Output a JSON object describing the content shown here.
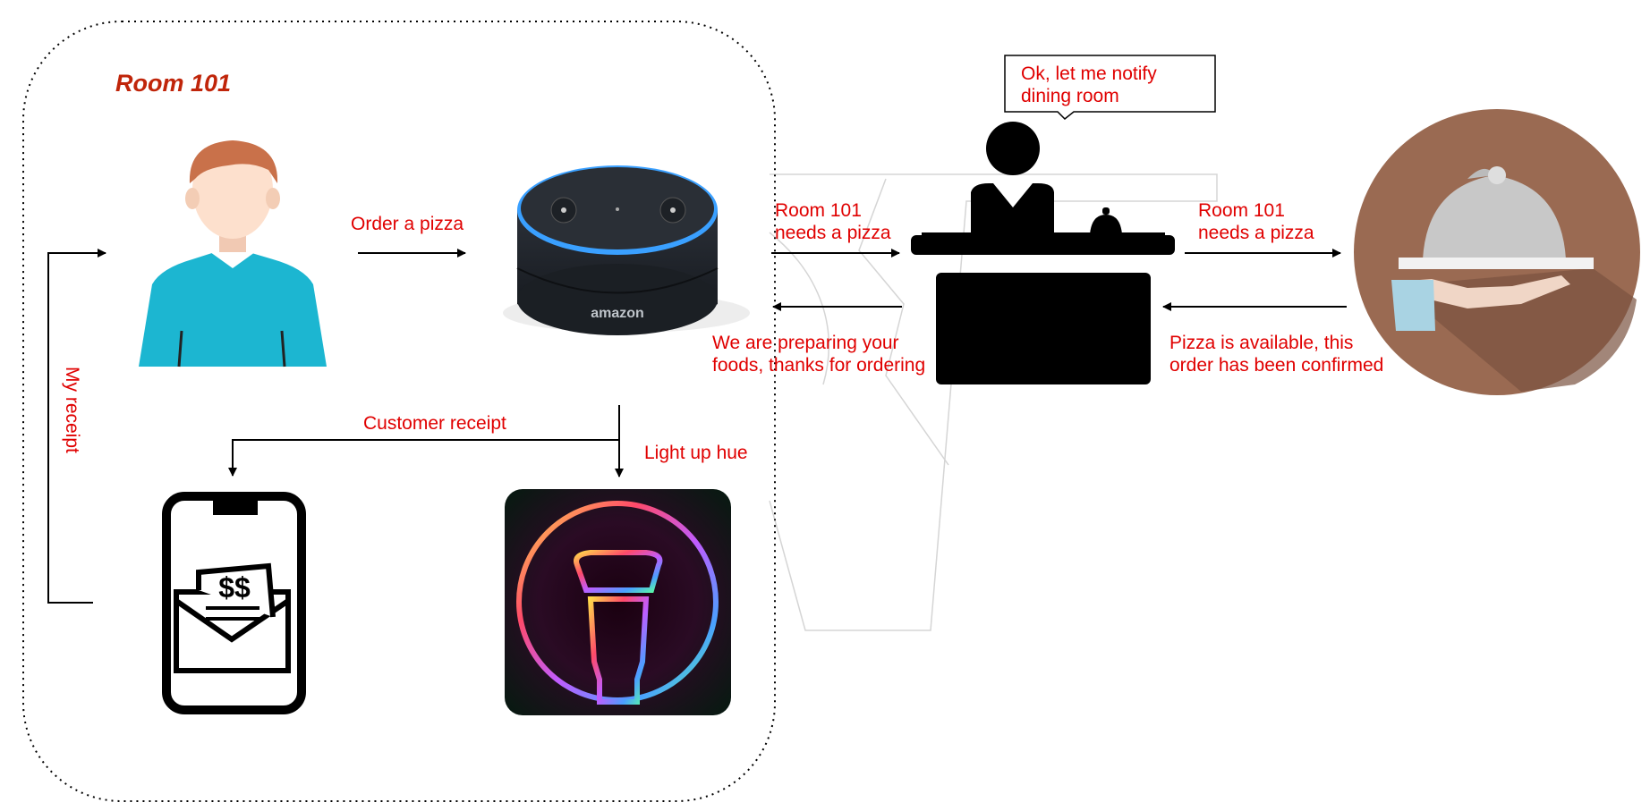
{
  "room_title": "Room 101",
  "labels": {
    "order_pizza": "Order a pizza",
    "room_needs_pizza_1": "Room 101\nneeds a pizza",
    "room_needs_pizza_2": "Room 101\nneeds a pizza",
    "preparing": "We are preparing your\nfoods, thanks for ordering",
    "confirmed": "Pizza is available, this\norder has been confirmed",
    "customer_receipt": "Customer receipt",
    "light_up_hue": "Light up hue",
    "my_receipt": "My receipt"
  },
  "speech_bubble": "Ok, let me notify\ndining room",
  "echo_brand": "amazon",
  "colors": {
    "label_red": "#e00000",
    "title_red": "#c0250a",
    "person_shirt": "#1cb6d1",
    "person_hair": "#c9714a",
    "echo_ring": "#3aa0ff",
    "dining_circle": "#9a6a52"
  }
}
